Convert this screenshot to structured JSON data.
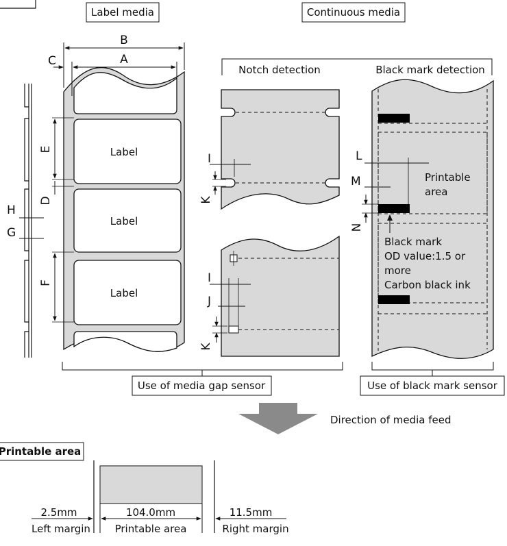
{
  "header": {
    "label_media": "Label media",
    "continuous_media": "Continuous media"
  },
  "dims": {
    "A": "A",
    "B": "B",
    "C": "C",
    "D": "D",
    "E": "E",
    "F": "F",
    "G": "G",
    "H": "H",
    "I": "I",
    "J": "J",
    "K": "K",
    "L": "L",
    "M": "M",
    "N": "N"
  },
  "label_text": "Label",
  "notch": {
    "title": "Notch detection"
  },
  "blackmark": {
    "title": "Black mark detection",
    "printable_area_line1": "Printable",
    "printable_area_line2": "area",
    "note_line1": "Black mark",
    "note_line2": "OD value:1.5 or",
    "note_line3": "more",
    "note_line4": "Carbon black ink"
  },
  "sensors": {
    "gap": "Use of media gap sensor",
    "blackmark": "Use of black mark sensor"
  },
  "feed": {
    "direction": "Direction of media feed"
  },
  "printable": {
    "title": "Printable area",
    "left_value": "2.5mm",
    "left_label": "Left margin",
    "center_value": "104.0mm",
    "center_label": "Printable area",
    "right_value": "11.5mm",
    "right_label": "Right margin"
  },
  "colors": {
    "media_fill": "#d9d9d9",
    "line": "#111111",
    "arrow": "#8a8a8a"
  }
}
